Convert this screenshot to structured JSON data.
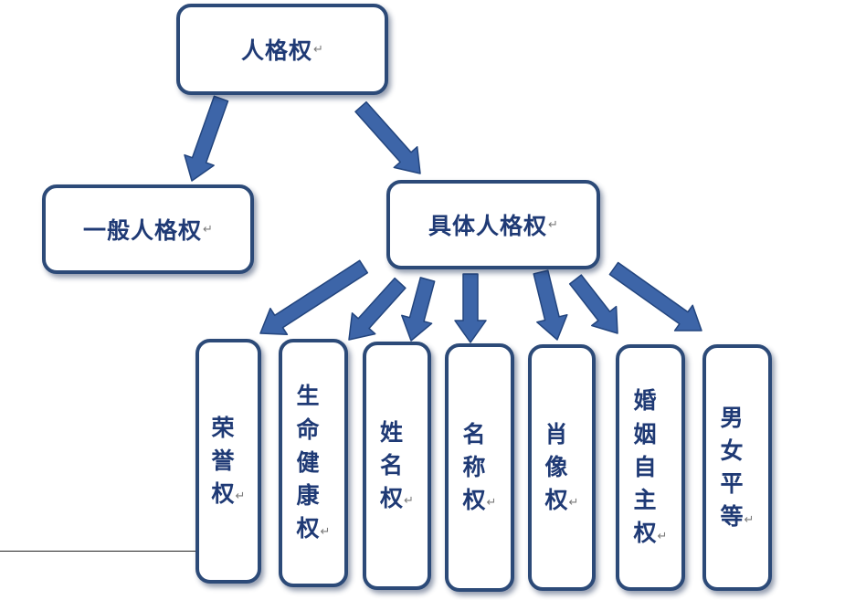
{
  "colors": {
    "border": "#2c4a78",
    "text": "#1f3a75",
    "arrow": "#3d65a8",
    "arrow_edge": "#23457e"
  },
  "return_mark": "↵",
  "root": {
    "label": "人格权"
  },
  "general": {
    "label": "一般人格权"
  },
  "specific": {
    "label": "具体人格权"
  },
  "leaves": [
    {
      "chars": [
        "荣",
        "誉",
        "权"
      ]
    },
    {
      "chars": [
        "生",
        "命",
        "健",
        "康",
        "权"
      ]
    },
    {
      "chars": [
        "姓",
        "名",
        "权"
      ]
    },
    {
      "chars": [
        "名",
        "称",
        "权"
      ]
    },
    {
      "chars": [
        "肖",
        "像",
        "权"
      ]
    },
    {
      "chars": [
        "婚",
        "姻",
        "自",
        "主",
        "权"
      ]
    },
    {
      "chars": [
        "男",
        "女",
        "平",
        "等"
      ]
    }
  ]
}
